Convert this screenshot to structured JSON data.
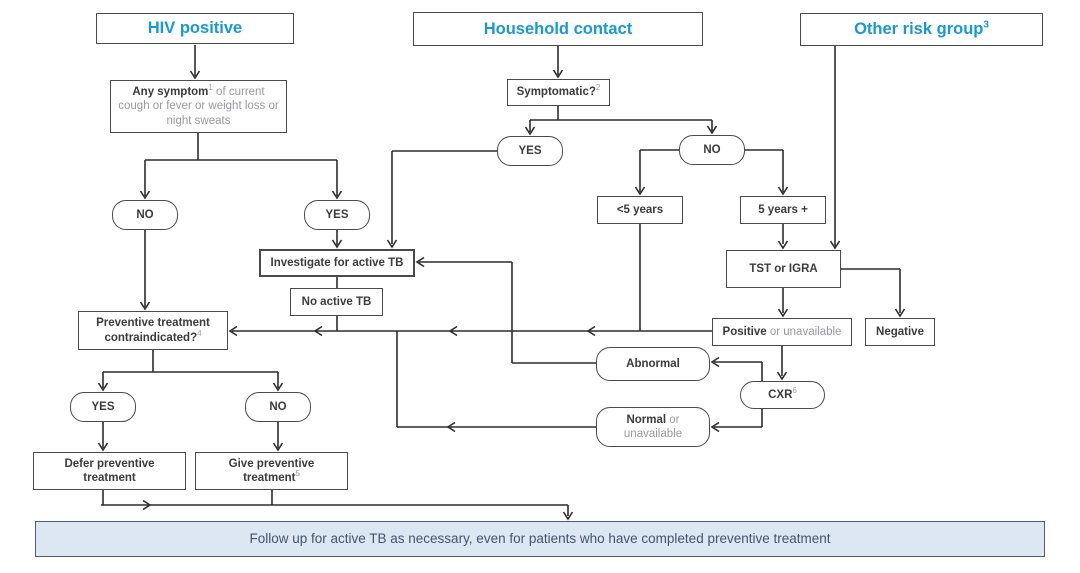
{
  "title": "TB preventive treatment algorithm",
  "colors": {
    "accent_blue": "#1899d6",
    "line": "#2d2d2d",
    "box_border": "#4a4a4a",
    "gray_text": "#98999b",
    "footer_bg": "#dde6f3",
    "footer_text": "#44546a"
  },
  "headers": {
    "hiv": {
      "label": "HIV positive"
    },
    "household": {
      "label": "Household contact"
    },
    "other": {
      "label": "Other risk group",
      "sup": "3"
    }
  },
  "nodes": {
    "any_symptom": {
      "bold": "Any symptom",
      "sup": "1",
      "rest": " of current cough or fever or weight loss or night sweats"
    },
    "symptomatic": {
      "label": "Symptomatic?",
      "sup": "2"
    },
    "hh_yes": {
      "label": "YES"
    },
    "hh_no": {
      "label": "NO"
    },
    "hiv_no": {
      "label": "NO"
    },
    "hiv_yes": {
      "label": "YES"
    },
    "under5": {
      "label": "<5 years"
    },
    "over5": {
      "label": "5 years +"
    },
    "investigate": {
      "label": "Investigate for active TB"
    },
    "no_active_tb": {
      "label": "No active TB"
    },
    "tst_igra": {
      "label": "TST or IGRA"
    },
    "positive": {
      "bold": "Positive",
      "rest": " or unavailable"
    },
    "negative": {
      "label": "Negative"
    },
    "contraindicated": {
      "label": "Preventive treatment contraindicated?",
      "sup": "4"
    },
    "abnormal": {
      "label": "Abnormal"
    },
    "cxr": {
      "label": "CXR",
      "sup": "6"
    },
    "normal": {
      "bold": "Normal",
      "rest": " or unavailable"
    },
    "contra_yes": {
      "label": "YES"
    },
    "contra_no": {
      "label": "NO"
    },
    "defer": {
      "label": "Defer preventive treatment"
    },
    "give": {
      "label": "Give preventive treatment",
      "sup": "5"
    }
  },
  "footer": {
    "label": "Follow up for active TB as necessary, even for patients who have completed preventive treatment"
  }
}
